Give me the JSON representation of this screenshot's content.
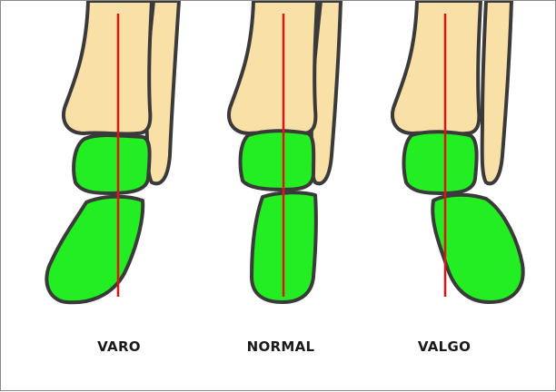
{
  "labels": {
    "varo": "VARO",
    "normal": "NORMAL",
    "valgo": "VALGO"
  },
  "colors": {
    "bone": "#f8e0a6",
    "tarsal": "#22ee22",
    "axis_line": "#e01414",
    "outline": "#3a3a3a"
  }
}
